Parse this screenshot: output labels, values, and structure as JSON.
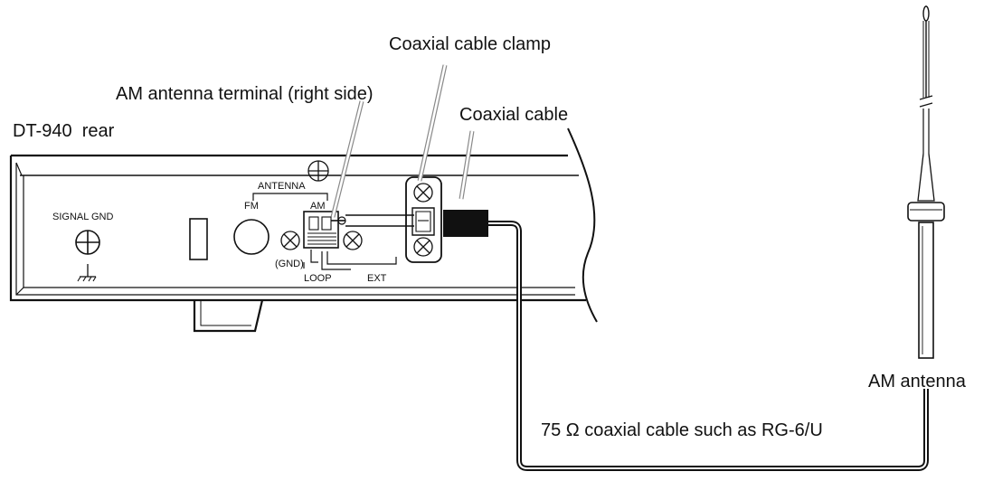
{
  "labels": {
    "device_view": "DT-940  rear",
    "clamp": "Coaxial cable clamp",
    "terminal": "AM antenna terminal (right side)",
    "coax": "Coaxial cable",
    "antenna": "AM antenna",
    "cable_spec": "75 Ω coaxial cable such as RG-6/U"
  },
  "panel": {
    "signal_gnd": "SIGNAL GND",
    "antenna": "ANTENNA",
    "fm": "FM",
    "am": "AM",
    "gnd": "(GND)",
    "loop": "LOOP",
    "ext": "EXT"
  }
}
